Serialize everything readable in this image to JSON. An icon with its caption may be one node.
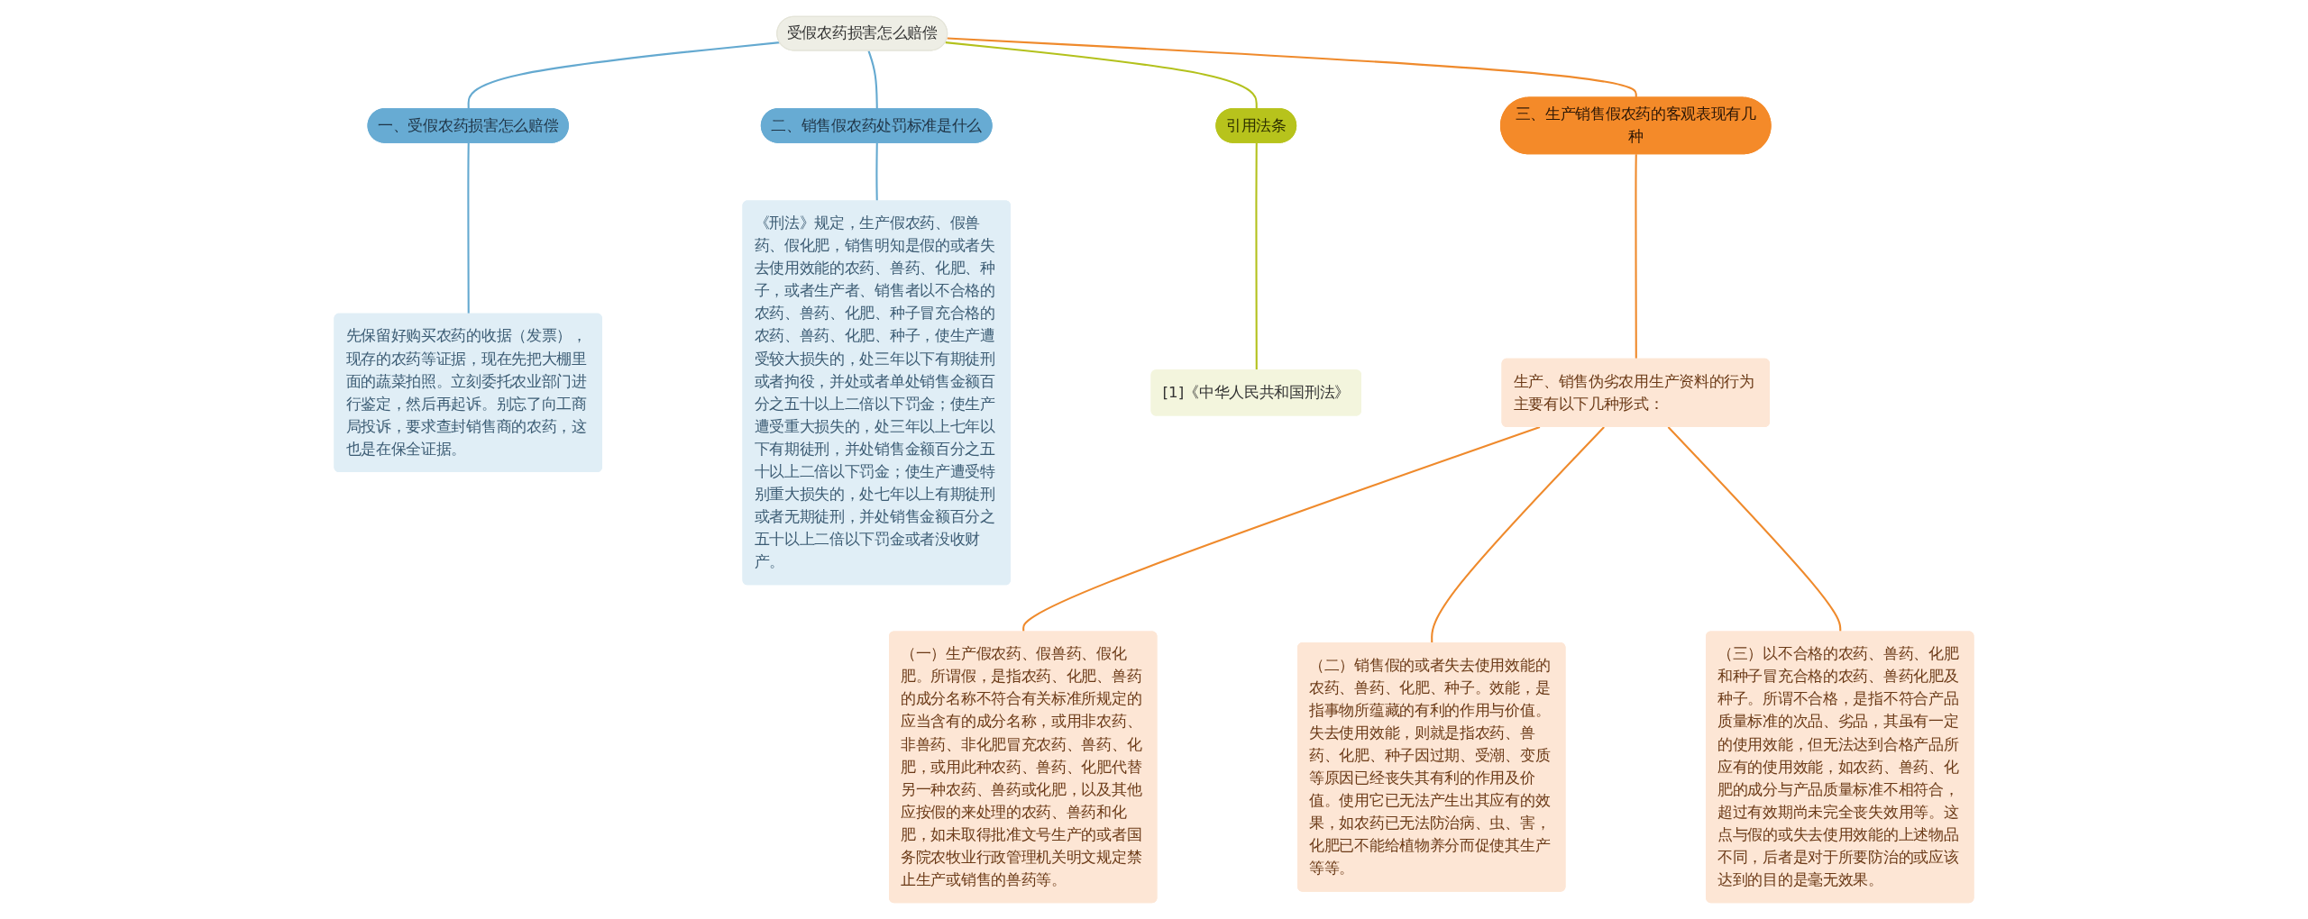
{
  "diagram": {
    "nodes": [
      {
        "text": [
          "受假农药损害怎么赔偿"
        ]
      },
      {
        "text": [
          "一、受假农药损害怎么赔偿"
        ]
      },
      {
        "text": [
          "先保留好购买农药的收据（发票），现存的农药等证据，现在先把大棚里面的蔬菜拍照。立刻委托农业部门进行鉴定，然后再起诉。别忘了向工商局投诉，要求查封销售商的农药，这也是在保全证据。"
        ]
      },
      {
        "text": [
          "二、销售假农药处罚标准是什么"
        ]
      },
      {
        "text": [
          "《刑法》规定，生产假农药、假兽药、假化肥，销售明知是假的或者失去使用效能的农药、兽药、化肥、种子，或者生产者、销售者以不合格的农药、兽药、化肥、种子冒充合格的农药、兽药、化肥、种子，使生产遭受较大损失的，处三年以下有期徒刑或者拘役，并处或者单处销售金额百分之五十以上二倍以下罚金；使生产遭受重大损失的，处三年以上七年以下有期徒刑，并处销售金额百分之五十以上二倍以下罚金；使生产遭受特别重大损失的，处七年以上有期徒刑或者无期徒刑，并处销售金额百分之五十以上二倍以下罚金或者没收财产。"
        ]
      },
      {
        "text": [
          "引用法条"
        ]
      },
      {
        "text": [
          "[1]《中华人民共和国刑法》"
        ]
      },
      {
        "text": [
          "三、生产销售假农药的客观表现有几种"
        ]
      },
      {
        "text": [
          "生产、销售伪劣农用生产资料的行为主要有以下几种形式："
        ]
      },
      {
        "text": [
          "（一）生产假农药、假兽药、假化肥。所谓假，是指农药、化肥、兽药的成分名称不符合有关标准所规定的应当含有的成分名称，或用非农药、非兽药、非化肥冒充农药、兽药、化肥，或用此种农药、兽药、化肥代替另一种农药、兽药或化肥，以及其他应按假的来处理的农药、兽药和化肥，如未取得批准文号生产的或者国务院农牧业行政管理机关明文规定禁止生产或销售的兽药等。"
        ]
      },
      {
        "text": [
          "（二）销售假的或者失去使用效能的农药、兽药、化肥、种子。效能，是指事物所蕴藏的有利的作用与价值。失去使用效能，则就是指农药、兽药、化肥、种子因过期、受潮、变质等原因已经丧失其有利的作用及价值。使用它已无法产生出其应有的效果，如农药已无法防治病、虫、害，化肥已不能给植物养分而促使其生产等等。"
        ]
      },
      {
        "text": [
          "（三）以不合格的农药、兽药、化肥和种子冒充合格的农药、兽药化肥及种子。所谓不合格，是指不符合产品质量标准的次品、劣品，其虽有一定的使用效能，但无法达到合格产品所应有的使用效能，如农药、兽药、化肥的成分与产品质量标准不相符合，超过有效期尚未完全丧失效用等。这点与假的或失去使用效能的上述物品不同，后者是对于所要防治的或应该达到的目的是毫无效果。"
        ]
      }
    ],
    "edges": [
      {
        "from": 0,
        "to": 1,
        "arrow": "none",
        "color": "#64a9d0"
      },
      {
        "from": 1,
        "to": 2,
        "arrow": "none",
        "color": "#64a9d0"
      },
      {
        "from": 0,
        "to": 3,
        "arrow": "none",
        "color": "#64a9d0"
      },
      {
        "from": 3,
        "to": 4,
        "arrow": "none",
        "color": "#64a9d0"
      },
      {
        "from": 0,
        "to": 5,
        "arrow": "none",
        "color": "#b3c11c"
      },
      {
        "from": 5,
        "to": 6,
        "arrow": "none",
        "color": "#b3c11c"
      },
      {
        "from": 0,
        "to": 7,
        "arrow": "none"
      },
      {
        "from": 7,
        "to": 8,
        "arrow": "none"
      },
      {
        "from": 8,
        "to": 9,
        "arrow": "none"
      },
      {
        "from": 8,
        "to": 10,
        "arrow": "none"
      },
      {
        "from": 8,
        "to": 11,
        "arrow": "none"
      }
    ]
  }
}
